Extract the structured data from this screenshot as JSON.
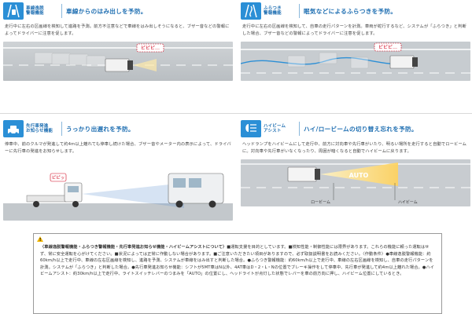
{
  "panels": [
    {
      "icon": "lane-departure-icon",
      "name": "車線逸脱\n警報機能",
      "catch": "車線からのはみ出しを予防。",
      "desc": "走行中に左右の区画線を検知して進路を予測。前方不注意などで車線をはみ出しそうになると、ブザー音などの警報によってドライバーに注意を促します。",
      "scene_label": "ピピピ…"
    },
    {
      "icon": "weaving-alert-icon",
      "name": "ふらつき\n警報機能",
      "catch": "眠気などによるふらつきを予防。",
      "desc": "走行中に左右の区画線を検知して、自車の走行パターンを計測。車両が蛇行するなど、システムが「ふらつき」と判断した場合、ブザー音などの警報によってドライバーに注意を促します。",
      "scene_label": "ピピピ…"
    },
    {
      "icon": "lead-vehicle-icon",
      "name": "先行車発進\nお知らせ機能",
      "catch": "うっかり出遅れを予防。",
      "desc": "停車中、前のクルマが発進して約4m以上離れても停車し続けた場合、ブザー音やメーター内の表示によって、ドライバーに先行車の発進をお知らせします。",
      "scene_label": "ピピッ"
    },
    {
      "icon": "auto-highbeam-icon",
      "name": "ハイビーム\nアシスト",
      "catch": "ハイ/ロービームの切り替え忘れを予防。",
      "desc": "ヘッドランプをハイビームにして走行中、前方に対向車や先行車がいたり、明るい場所を走行すると自動でロービームに。対向車や先行車がいなくなったり、周囲が暗くなると自動でハイビームに戻ります。",
      "scene_labels": {
        "auto": "AUTO",
        "low": "ロービーム",
        "high": "ハイビーム"
      }
    }
  ],
  "note": {
    "title": "〈車線逸脱警報機能・ふらつき警報機能・先行車発進お知らせ機能・ハイビームアシストについて〉",
    "body": "■運転支援を目的としています。■検知性能・制御性能には限界があります。これらの機能に頼った運転はせず、常に安全運転を心がけてください。■状況によっては正常に作動しない場合があります。■ご注意いただきたい項目がありますので、必ず取扱説明書をお読みください。〈作動条件〉●車線逸脱警報機能：約60km/h以上で走行中、車線の左右区画線を検知し、進路を予測、システムが車線をはみ出すと判断した場合。●ふらつき警報機能：約60km/h以上で走行中、車線の左右区画線を検知し、自車の走行パターンを計測。システムが「ふらつき」と判断した場合。●先行車発進お知らせ機能：シフトが5MT車はN以外、4AT車はD・2・L・Nの位置でブレーキ操作をして停車中、先行車が発進して約4m以上離れた場合。●ハイビームアシスト：約30km/h以上で走行中、ライトスイッチレバーのつまみを「AUTO」の位置にし、ヘッドライトが点灯した状態でレバーを車の前方向に押し、ハイビーム位置にしているとき。"
  }
}
